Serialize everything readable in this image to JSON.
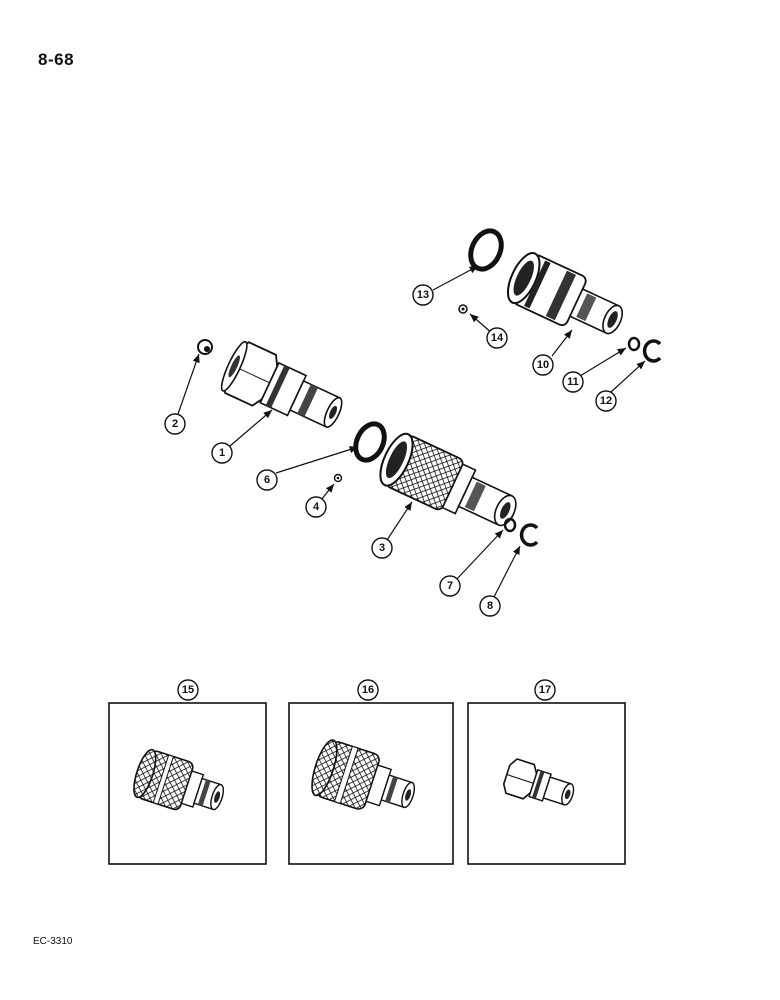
{
  "page": {
    "number": "8-68",
    "figure_code": "EC-3310"
  },
  "callouts": {
    "c1": "1",
    "c2": "2",
    "c3": "3",
    "c4": "4",
    "c6": "6",
    "c7": "7",
    "c8": "8",
    "c10": "10",
    "c11": "11",
    "c12": "12",
    "c13": "13",
    "c14": "14",
    "c15": "15",
    "c16": "16",
    "c17": "17"
  }
}
